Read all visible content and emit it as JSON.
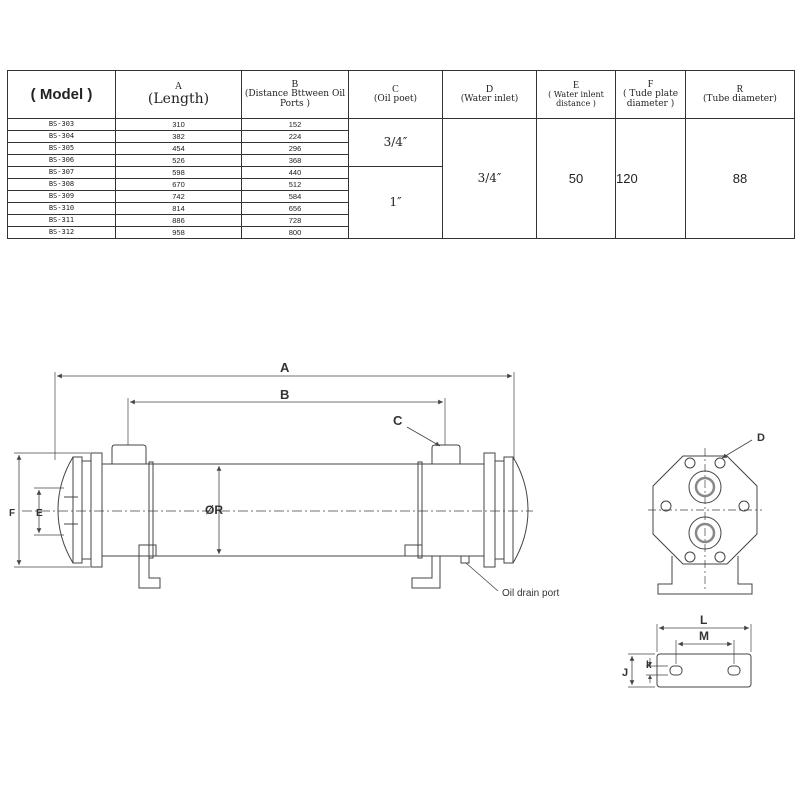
{
  "table": {
    "headers": {
      "model": "( Model )",
      "a_letter": "A",
      "a_name": "(Length)",
      "b_letter": "B",
      "b_name": "(Distance Bttween Oil Ports )",
      "c_letter": "C",
      "c_name": "(Oil poet)",
      "d_letter": "D",
      "d_name": "(Water inlet)",
      "e_letter": "E",
      "e_name": "( Water inlent distance )",
      "f_letter": "F",
      "f_name": "( Tude plate diameter )",
      "r_letter": "R",
      "r_name": "(Tube diameter)"
    },
    "rows": [
      {
        "model": "BS-303",
        "a": "310",
        "b": "152"
      },
      {
        "model": "BS-304",
        "a": "382",
        "b": "224"
      },
      {
        "model": "BS-305",
        "a": "454",
        "b": "296"
      },
      {
        "model": "BS-306",
        "a": "526",
        "b": "368"
      },
      {
        "model": "BS-307",
        "a": "598",
        "b": "440"
      },
      {
        "model": "BS-308",
        "a": "670",
        "b": "512"
      },
      {
        "model": "BS-309",
        "a": "742",
        "b": "584"
      },
      {
        "model": "BS-310",
        "a": "814",
        "b": "656"
      },
      {
        "model": "BS-311",
        "a": "886",
        "b": "728"
      },
      {
        "model": "BS-312",
        "a": "958",
        "b": "800"
      }
    ],
    "c_group1": "3/4″",
    "c_group2": "1″",
    "d_value": "3/4″",
    "e_value": "50",
    "f_value": "120",
    "r_value": "88"
  },
  "drawing": {
    "label_a": "A",
    "label_b": "B",
    "label_c": "C",
    "label_d": "D",
    "label_e": "E",
    "label_f": "F",
    "label_r": "ØR",
    "label_oil_drain": "Oil drain port",
    "label_l": "L",
    "label_m": "M",
    "label_j": "J",
    "label_k": "k"
  }
}
